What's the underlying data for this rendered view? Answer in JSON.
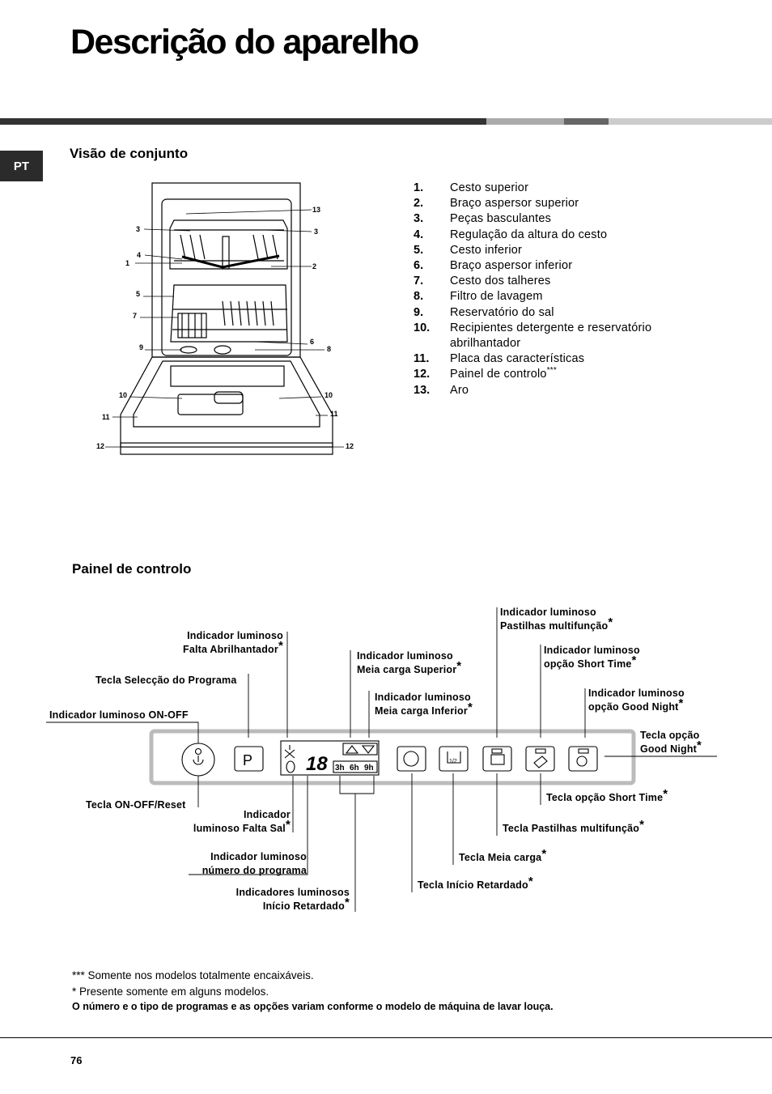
{
  "title": "Descrição do aparelho",
  "lang_tab": "PT",
  "section1": "Visão de conjunto",
  "section2": "Painel de controlo",
  "parts": [
    {
      "n": "1.",
      "label": "Cesto superior"
    },
    {
      "n": "2.",
      "label": "Braço aspersor superior"
    },
    {
      "n": "3.",
      "label": "Peças basculantes"
    },
    {
      "n": "4.",
      "label": "Regulação da altura do cesto"
    },
    {
      "n": "5.",
      "label": "Cesto inferior"
    },
    {
      "n": "6.",
      "label": "Braço aspersor inferior"
    },
    {
      "n": "7.",
      "label": "Cesto dos talheres"
    },
    {
      "n": "8.",
      "label": "Filtro de lavagem"
    },
    {
      "n": "9.",
      "label": "Reservatório do sal"
    },
    {
      "n": "10.",
      "label": "Recipientes detergente e reservatório abrilhantador"
    },
    {
      "n": "11.",
      "label": "Placa das características"
    },
    {
      "n": "12.",
      "label": "Painel de controlo",
      "sup": "***"
    },
    {
      "n": "13.",
      "label": "Aro"
    }
  ],
  "diagram_numbers": [
    "13",
    "3",
    "3",
    "4",
    "1",
    "2",
    "5",
    "7",
    "6",
    "9",
    "8",
    "10",
    "10",
    "11",
    "11",
    "12",
    "12"
  ],
  "panel": {
    "p_key": "P",
    "digits": "18",
    "delay": [
      "3h",
      "6h",
      "9h"
    ],
    "half": "1/2"
  },
  "callouts": {
    "ind_on_off": "Indicador luminoso ON-OFF",
    "tecla_selecao": "Tecla Selecção do Programa",
    "ind_abrilhantador_1": "Indicador luminoso",
    "ind_abrilhantador_2": "Falta Abrilhantador",
    "ind_meia_sup_1": "Indicador luminoso",
    "ind_meia_sup_2": "Meia carga Superior",
    "ind_meia_inf_1": "Indicador luminoso",
    "ind_meia_inf_2": "Meia carga Inferior",
    "ind_pastilhas_1": "Indicador luminoso",
    "ind_pastilhas_2": "Pastilhas multifunção",
    "ind_short_1": "Indicador luminoso",
    "ind_short_2": "opção Short Time",
    "ind_good_1": "Indicador luminoso",
    "ind_good_2": "opção Good Night",
    "tecla_good_1": "Tecla opção",
    "tecla_good_2": "Good Night",
    "tecla_on_off": "Tecla ON-OFF/Reset",
    "ind_sal_1": "Indicador",
    "ind_sal_2": "luminoso Falta Sal",
    "ind_num_1": "Indicador luminoso",
    "ind_num_2": "número do programa",
    "ind_inicio_1": "Indicadores luminosos",
    "ind_inicio_2": "Início Retardado",
    "tecla_inicio": "Tecla Início Retardado",
    "tecla_meia": "Tecla Meia carga",
    "tecla_pastilhas": "Tecla Pastilhas multifunção",
    "tecla_short": "Tecla opção Short Time",
    "star": "*"
  },
  "notes": {
    "n1_mark": "***",
    "n1": "Somente nos modelos totalmente encaixáveis.",
    "n2_mark": "*",
    "n2": "Presente somente em alguns modelos.",
    "n3": "O número e o tipo de programas e as opções variam conforme o modelo de máquina de lavar louça."
  },
  "page_number": "76"
}
